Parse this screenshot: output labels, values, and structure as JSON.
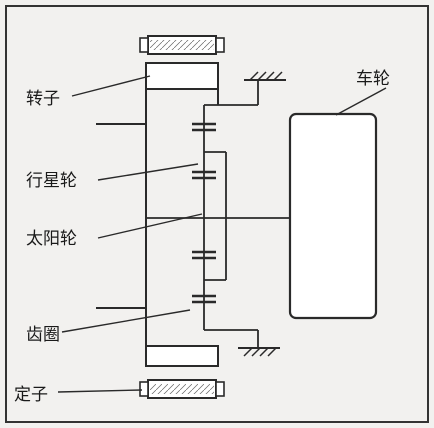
{
  "labels": {
    "rotor": "转子",
    "wheel": "车轮",
    "planet_gear": "行星轮",
    "sun_gear": "太阳轮",
    "ring_gear": "齿圈",
    "stator": "定子"
  },
  "colors": {
    "stroke": "#2a2a2a",
    "background": "#f2f1ef",
    "frame": "#333333"
  }
}
